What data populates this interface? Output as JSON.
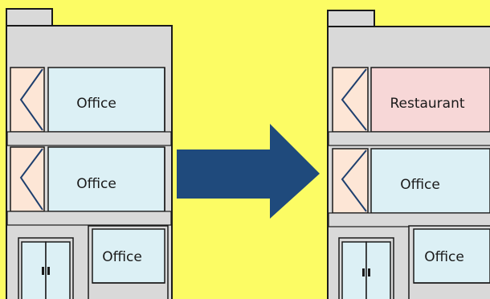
{
  "colors": {
    "background": "#fcfc64",
    "wall": "#d9d9d9",
    "office_fill": "#dcf0f5",
    "restaurant_fill": "#f7d7d7",
    "stair_fill": "#fde6d6",
    "line": "#1e3f6e",
    "outline": "#1a1a1a",
    "arrow": "#1f4a7c"
  },
  "before": {
    "floor3_label": "Office",
    "floor2_label": "Office",
    "floor1_label": "Office"
  },
  "after": {
    "floor3_label": "Restaurant",
    "floor2_label": "Office",
    "floor1_label": "Office"
  },
  "arrow": {
    "direction": "right"
  }
}
